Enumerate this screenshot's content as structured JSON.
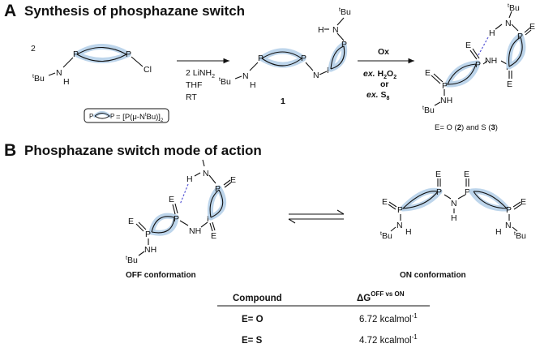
{
  "panel_a": {
    "letter": "A",
    "title": "Synthesis of phosphazane switch",
    "coefficient": "2",
    "reagents": [
      "2 LiNH",
      "2",
      "THF",
      "RT"
    ],
    "oxidant_label": "Ox",
    "ex1": "ex.",
    "ex1_reagent": "H",
    "ex1_sub": "2",
    "ex1_tail": "O",
    "ex1_sub2": "2",
    "or": "or",
    "ex2": "ex.",
    "ex2_reagent": "S",
    "ex2_sub": "8",
    "compound_1": "1",
    "legend_box": "= [P(μ-N",
    "legend_sup": "t",
    "legend_tail": "Bu)]",
    "legend_sub": "2",
    "products_caption_prefix": "E= O (",
    "products_caption_n2": "2",
    "products_caption_mid": ") and S (",
    "products_caption_n3": "3",
    "products_caption_end": ")"
  },
  "panel_b": {
    "letter": "B",
    "title": "Phosphazane switch mode of action",
    "off_caption": "OFF conformation",
    "on_caption": "ON conformation"
  },
  "atoms": {
    "P": "P",
    "N": "N",
    "H": "H",
    "E": "E",
    "Cl": "Cl",
    "tBu_sup": "t",
    "tBu": "Bu",
    "NH": "NH"
  },
  "table": {
    "header_compound": "Compound",
    "header_dg": "ΔG",
    "header_dg_sup": "OFF vs ON",
    "rows": [
      {
        "compound": "E= O",
        "value": "6.72 kcalmol",
        "sup": "-1"
      },
      {
        "compound": "E= S",
        "value": "4.72 kcalmol",
        "sup": "-1"
      }
    ]
  },
  "colors": {
    "highlight": "#b9d3ea",
    "hbond": "#5b5bd6",
    "ink": "#111111"
  }
}
